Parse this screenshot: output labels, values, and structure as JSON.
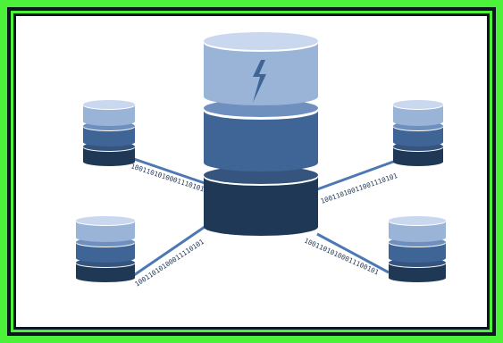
{
  "colors": {
    "frame_green": "#4cf23a",
    "frame_dark": "#0b1620",
    "panel": "#ffffff",
    "tier_light": "#9ab4d8",
    "tier_light_top": "#c9d8ee",
    "tier_mid": "#3f6596",
    "tier_mid_top": "#6f90bf",
    "tier_dark": "#1f3856",
    "tier_dark_top": "#36557e",
    "link": "#4c78b3"
  },
  "links": {
    "top_left": "10011010100011101011",
    "top_right": "10011010011001110101",
    "bottom_left": "10011010100011110101",
    "bottom_right": "10011010100011100101"
  },
  "icons": {
    "central": "database-lightning-icon",
    "satellite": "database-icon"
  }
}
